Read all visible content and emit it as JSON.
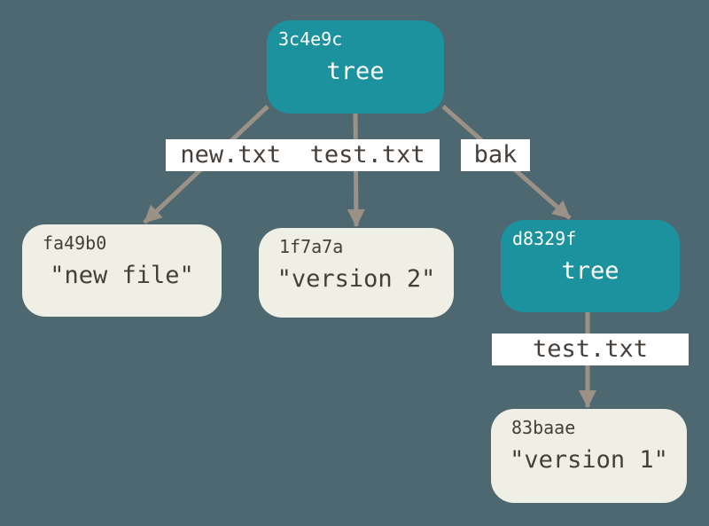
{
  "canvas": {
    "background": "#4d6871"
  },
  "colors": {
    "tree_fill": "#1b929e",
    "blob_fill": "#f0efe6",
    "edge_label_bg": "#ffffff",
    "dark_text": "#453f3b",
    "light_text": "#ffffff",
    "arrow": "#9b9187"
  },
  "nodes": {
    "root_tree": {
      "hash": "3c4e9c",
      "label": "tree"
    },
    "blob_new_file": {
      "hash": "fa49b0",
      "label": "\"new file\""
    },
    "blob_version2": {
      "hash": "1f7a7a",
      "label": "\"version 2\""
    },
    "bak_tree": {
      "hash": "d8329f",
      "label": "tree"
    },
    "blob_version1": {
      "hash": "83baae",
      "label": "\"version 1\""
    }
  },
  "edge_labels": {
    "root_entries": "new.txt  test.txt",
    "bak": "bak",
    "bak_tree_entry": "test.txt"
  }
}
